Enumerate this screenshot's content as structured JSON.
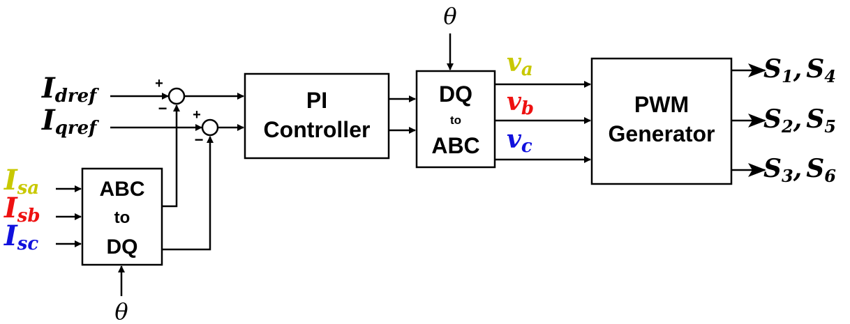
{
  "inputs": {
    "idref": {
      "main": "I",
      "sub": "dref"
    },
    "iqref": {
      "main": "I",
      "sub": "qref"
    },
    "isa": {
      "main": "I",
      "sub": "sa"
    },
    "isb": {
      "main": "I",
      "sub": "sb"
    },
    "isc": {
      "main": "I",
      "sub": "sc"
    }
  },
  "blocks": {
    "abc_to_dq": {
      "line1": "ABC",
      "line2": "to",
      "line3": "DQ"
    },
    "pi": {
      "line1": "PI",
      "line2": "Controller"
    },
    "dq_to_abc": {
      "line1": "DQ",
      "line2": "to",
      "line3": "ABC"
    },
    "pwm": {
      "line1": "PWM",
      "line2": "Generator"
    }
  },
  "voltages": {
    "va": {
      "main": "v",
      "sub": "a"
    },
    "vb": {
      "main": "v",
      "sub": "b"
    },
    "vc": {
      "main": "v",
      "sub": "c"
    }
  },
  "outputs": {
    "s14": {
      "a_main": "S",
      "a_sub": "1",
      "sep": ",",
      "b_main": "S",
      "b_sub": "4"
    },
    "s25": {
      "a_main": "S",
      "a_sub": "2",
      "sep": ",",
      "b_main": "S",
      "b_sub": "5"
    },
    "s36": {
      "a_main": "S",
      "a_sub": "3",
      "sep": ",",
      "b_main": "S",
      "b_sub": "6"
    }
  },
  "theta_top": "θ",
  "theta_bottom": "θ",
  "signs": {
    "sum1_plus": "+",
    "sum1_minus": "−",
    "sum2_plus": "+",
    "sum2_minus": "−"
  },
  "colors": {
    "yellow": "#c8c800",
    "red": "#ee1111",
    "blue": "#1111dd",
    "black": "#000000"
  }
}
